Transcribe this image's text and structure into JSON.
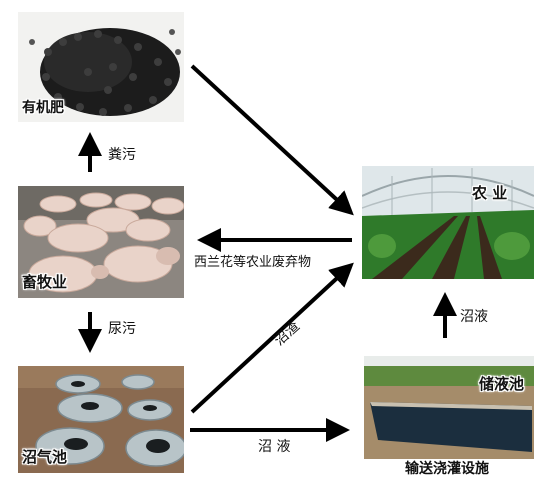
{
  "nodes": {
    "fertilizer": {
      "label": "有机肥"
    },
    "livestock": {
      "label": "畜牧业"
    },
    "biogas": {
      "label": "沼气池"
    },
    "agriculture": {
      "label": "农 业"
    },
    "storage": {
      "label": "储液池"
    },
    "irrigation": {
      "label": "输送浇灌设施"
    }
  },
  "edges": {
    "manure": "粪污",
    "urine": "尿污",
    "waste": "西兰花等农业废弃物",
    "residue": "沼渣",
    "slurry_to_storage": "沼 液",
    "slurry_up": "沼液"
  },
  "colors": {
    "arrow": "#000000",
    "crop_green": "#2f7a2a",
    "soil": "#3b2a1c"
  }
}
